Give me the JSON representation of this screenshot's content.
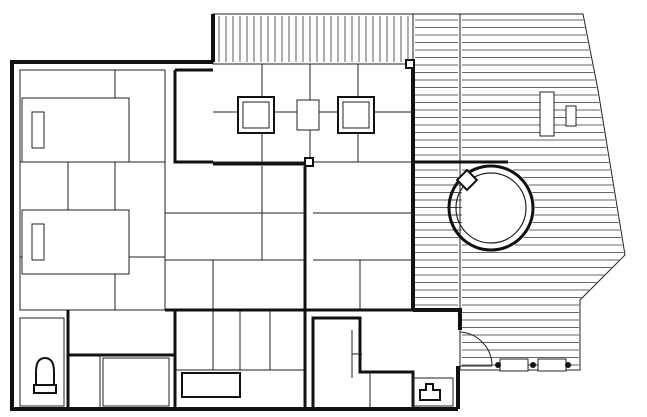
{
  "diagram": {
    "type": "floor-plan",
    "labels": [],
    "rooms": [
      {
        "id": "bedroom-west",
        "flooring": "tatami"
      },
      {
        "id": "living-center",
        "flooring": "tatami"
      },
      {
        "id": "lounge-north",
        "flooring": "tatami"
      },
      {
        "id": "washroom",
        "flooring": "plain"
      },
      {
        "id": "toilet",
        "flooring": "plain"
      },
      {
        "id": "outdoor-deck",
        "flooring": "wood-deck"
      },
      {
        "id": "north-veranda",
        "flooring": "wood-deck"
      }
    ],
    "furniture": [
      {
        "id": "bed",
        "count": 2
      },
      {
        "id": "floor-cushion",
        "count": 2
      },
      {
        "id": "low-table",
        "count": 1
      },
      {
        "id": "round-hot-tub",
        "count": 1
      },
      {
        "id": "deck-bench",
        "count": 1
      },
      {
        "id": "deck-lounger",
        "count": 1
      },
      {
        "id": "toilet",
        "count": 1
      },
      {
        "id": "wash-basin",
        "count": 1
      },
      {
        "id": "sink",
        "count": 1
      }
    ],
    "colors": {
      "walls": "#111111",
      "lines": "#222222",
      "background": "#ffffff"
    }
  }
}
